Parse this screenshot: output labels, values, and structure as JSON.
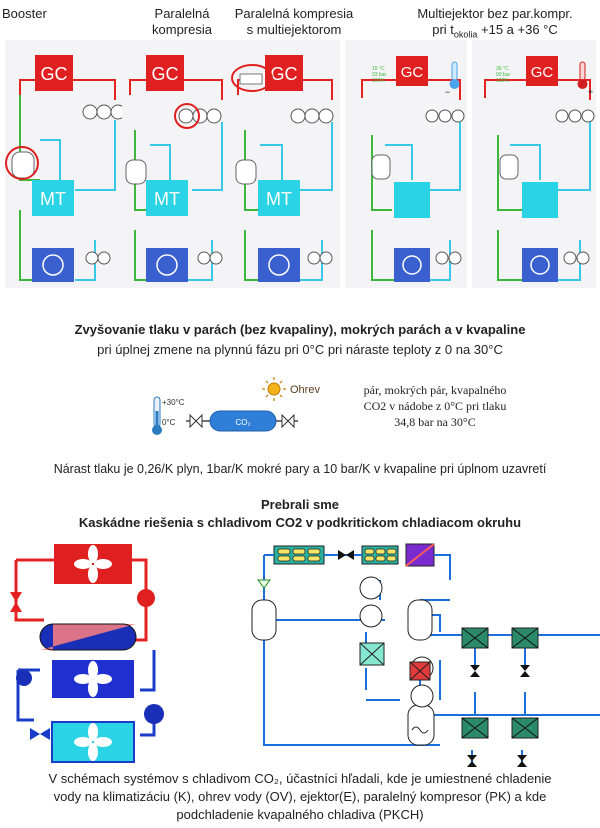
{
  "top_figure": {
    "titles": {
      "booster": "Booster",
      "parallel_line1": "Paralelná",
      "parallel_line2": "kompresia",
      "multi_line1": "Paralelná kompresia",
      "multi_line2": "s multiejektorom",
      "noparallel_line1": "Multiejektor bez par.kompr.",
      "noparallel_line2_pre": "pri t",
      "noparallel_line2_sub": "okolia",
      "noparallel_line2_post": " +15 a +36 °C"
    },
    "gc_label": "GC",
    "mt_label": "MT",
    "small_gc_labels_left": [
      "15 °C",
      "33 bar",
      "100%"
    ],
    "small_gc_labels_right": [
      "36 °C",
      "90 bar",
      "100%"
    ],
    "temp_minus": "−",
    "temp_plus": "+"
  },
  "middle": {
    "title": "Zvyšovanie tlaku v parách (bez kvapaliny), mokrých parách a v kvapaline",
    "subtitle": "pri úplnej zmene na plynnú fázu pri 0°C  pri náraste teploty z 0 na 30°C",
    "thermo_top": "+30°C",
    "thermo_bottom": "0°C",
    "vessel_label": "CO₂",
    "heat_label": "Ohrev",
    "note_line1": "pár, mokrých pár, kvapalného",
    "note_line2": "CO2 v nádobe z 0°C pri tlaku",
    "note_line3": "34,8 bar na 30°C",
    "pressure_line": "Nárast tlaku je 0,26/K plyn, 1bar/K mokré pary a 10 bar/K v kvapaline pri úplnom uzavretí"
  },
  "section": {
    "title1": "Prebrali sme",
    "title2": "Kaskádne riešenia s chladivom CO2 v podkritickom chladiacom okruhu"
  },
  "bottom": {
    "line1": "V schémach systémov s chladivom CO₂, účastníci hľadali, kde je umiestnené chladenie",
    "line2": "vody na klimatizáciu (K), ohrev vody (OV), ejektor(E), paralelný kompresor (PK) a kde",
    "line3": "podchladenie kvapalného chladiva (PKCH)"
  },
  "colors": {
    "gc_red": "#e02020",
    "mt_cyan": "#2ad4e6",
    "lt_blue": "#3a5fcf",
    "pipe_red": "#e52222",
    "pipe_cyan": "#39c9e6",
    "pipe_green": "#3db83d",
    "pipe_blue": "#1a3cc8",
    "highlight_circle": "#e02020"
  }
}
